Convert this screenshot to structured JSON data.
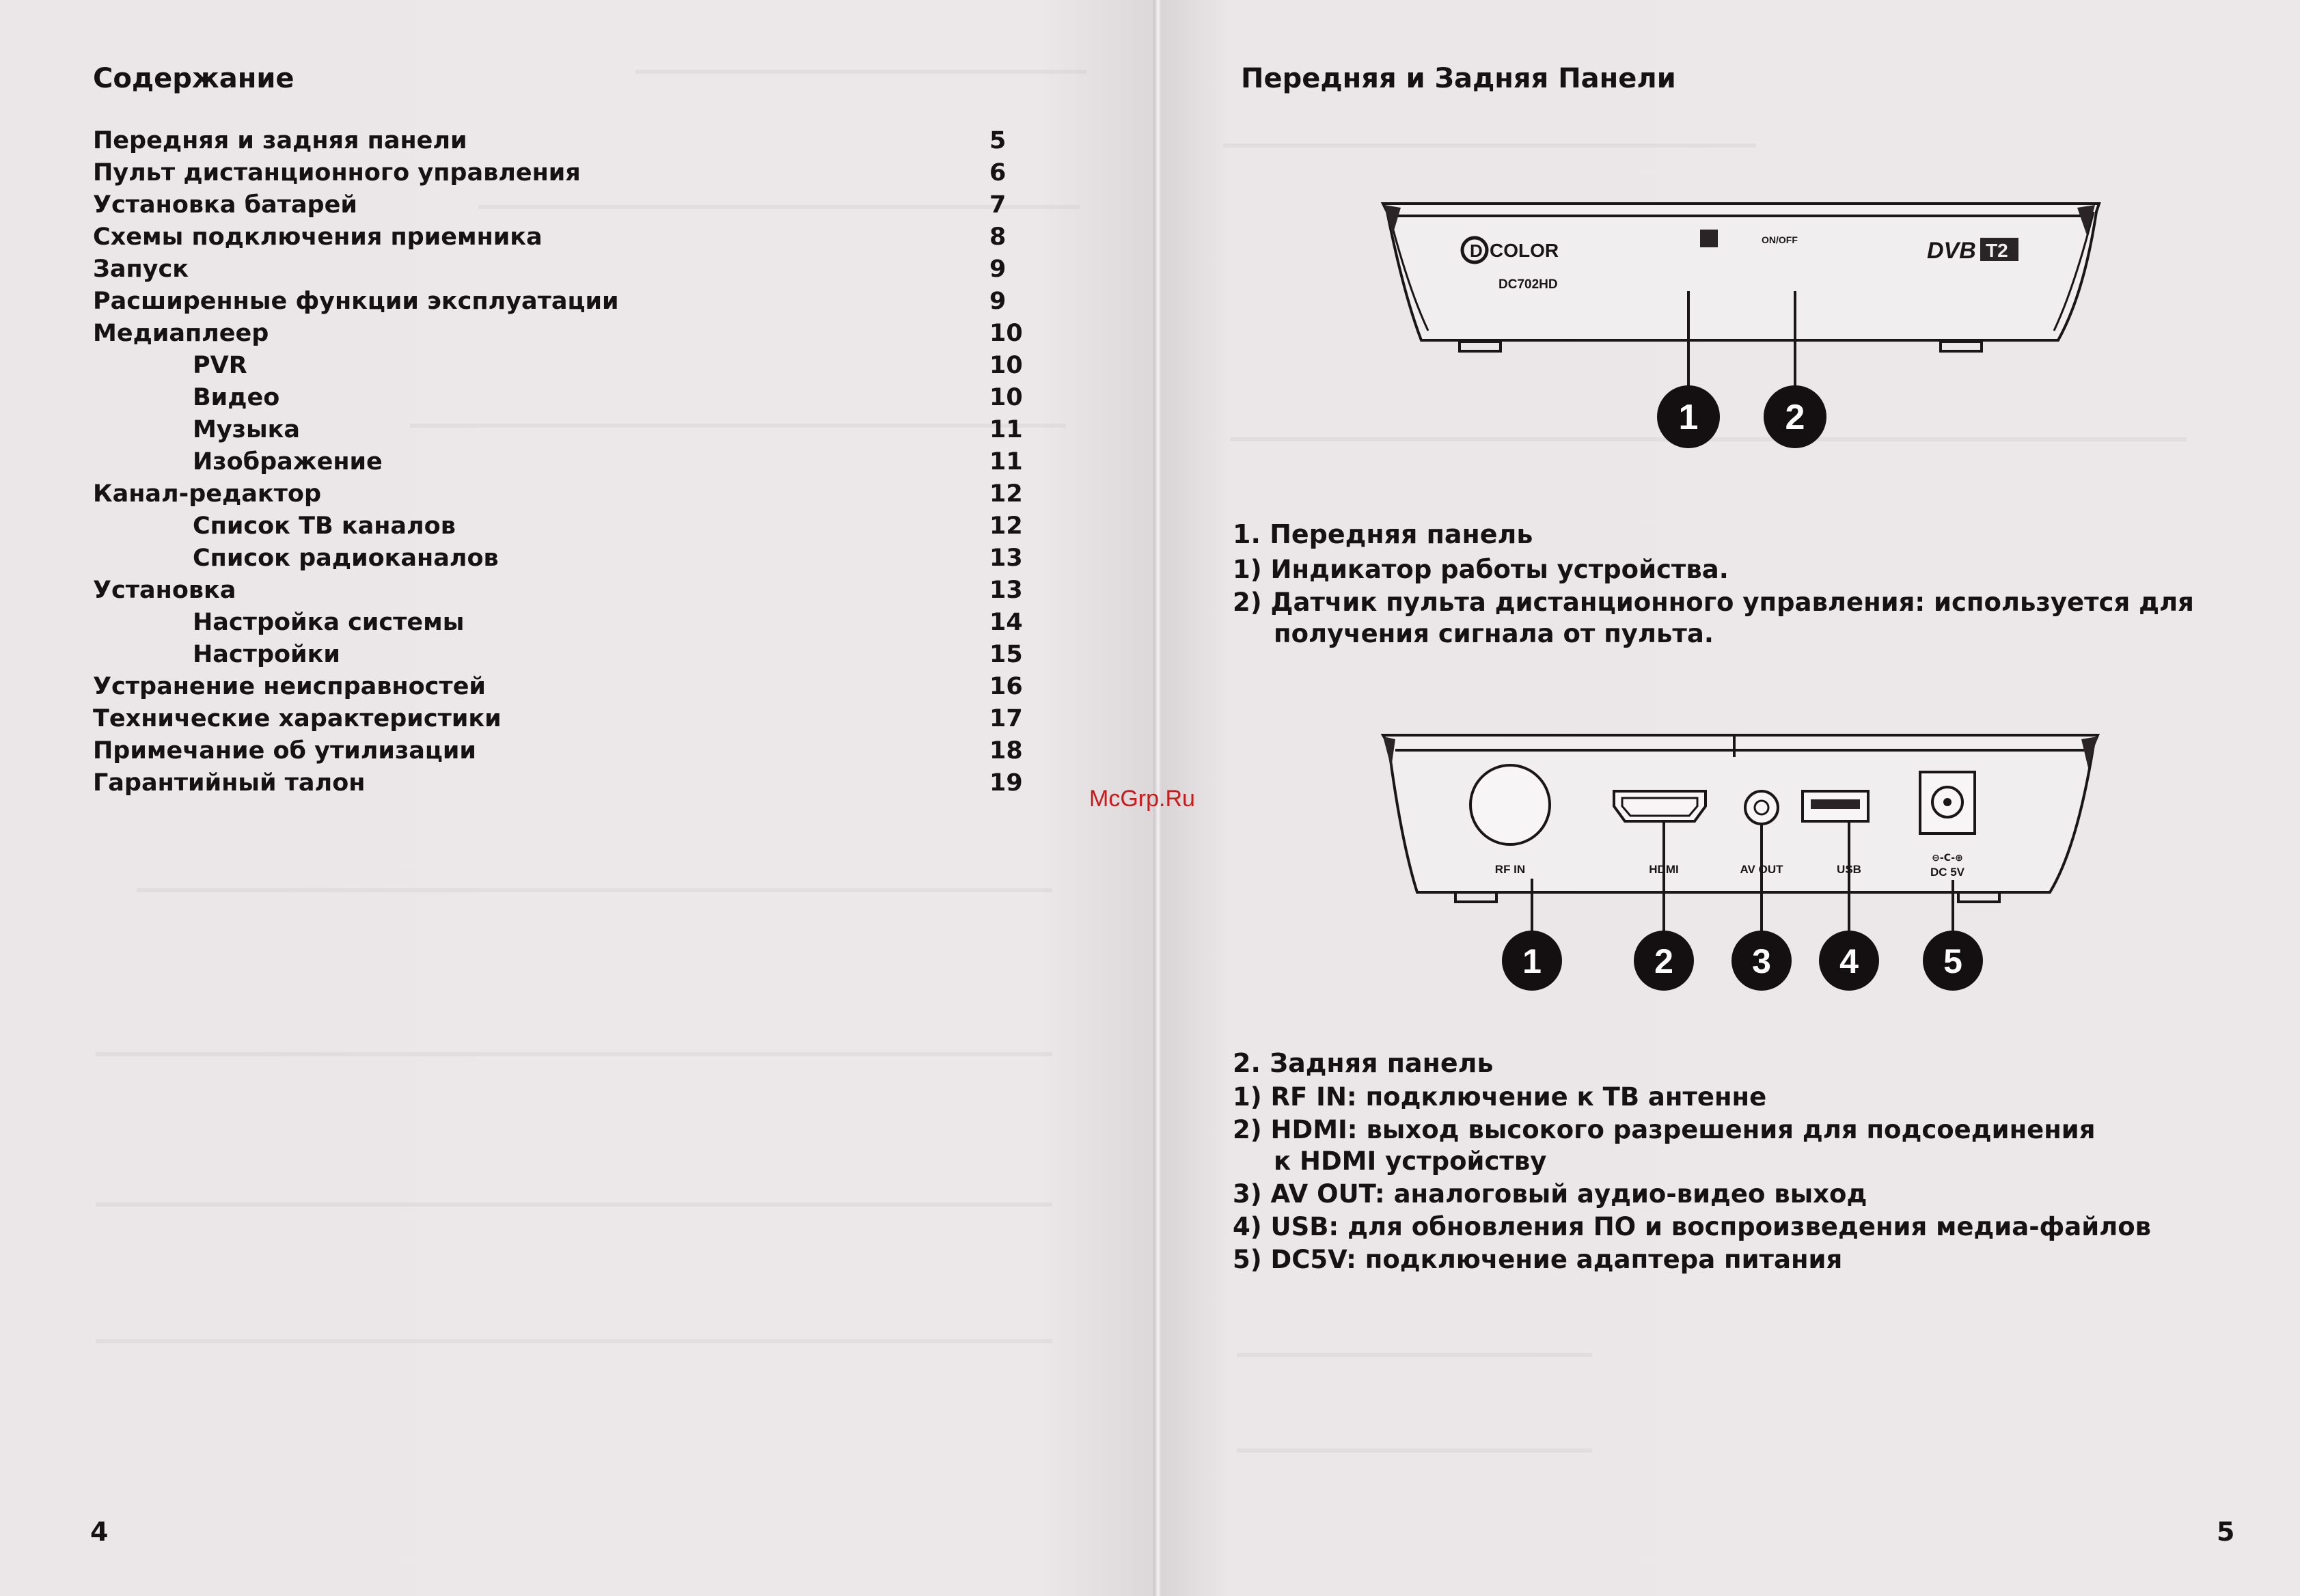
{
  "toc": {
    "title": "Содержание",
    "left_page_number": "4",
    "entries": [
      {
        "label": "Передняя и задняя панели",
        "page": "5",
        "sub": false
      },
      {
        "label": "Пульт дистанционного управления",
        "page": "6",
        "sub": false
      },
      {
        "label": "Установка батарей",
        "page": "7",
        "sub": false
      },
      {
        "label": "Схемы подключения приемника",
        "page": "8",
        "sub": false
      },
      {
        "label": "Запуск",
        "page": "9",
        "sub": false
      },
      {
        "label": "Расширенные функции эксплуатации",
        "page": "9",
        "sub": false
      },
      {
        "label": "Медиаплеер",
        "page": "10",
        "sub": false
      },
      {
        "label": "PVR",
        "page": "10",
        "sub": true
      },
      {
        "label": "Видео",
        "page": "10",
        "sub": true
      },
      {
        "label": "Музыка",
        "page": "11",
        "sub": true
      },
      {
        "label": "Изображение",
        "page": "11",
        "sub": true
      },
      {
        "label": "Канал-редактор",
        "page": "12",
        "sub": false
      },
      {
        "label": "Список ТВ каналов",
        "page": "12",
        "sub": true
      },
      {
        "label": "Список радиоканалов",
        "page": "13",
        "sub": true
      },
      {
        "label": "Установка",
        "page": "13",
        "sub": false
      },
      {
        "label": "Настройка системы",
        "page": "14",
        "sub": true
      },
      {
        "label": "Настройки",
        "page": "15",
        "sub": true
      },
      {
        "label": "Устранение неисправностей",
        "page": "16",
        "sub": false
      },
      {
        "label": "Технические характеристики",
        "page": "17",
        "sub": false
      },
      {
        "label": "Примечание об утилизации",
        "page": "18",
        "sub": false
      },
      {
        "label": "Гарантийный талон",
        "page": "19",
        "sub": false
      }
    ]
  },
  "right": {
    "title": "Передняя и Задняя Панели",
    "watermark": "McGrp.Ru",
    "right_page_number": "5",
    "front_device": {
      "brand": "COLOR",
      "model": "DC702HD",
      "onoff_label": "ON/OFF",
      "dvb_label": "DVB",
      "t2_label": "T2",
      "callouts": [
        "1",
        "2"
      ]
    },
    "front": {
      "heading": "1. Передняя панель",
      "items": [
        "1) Индикатор работы устройства.",
        "2) Датчик пульта дистанционного управления: используется для",
        "получения сигнала от пульта."
      ]
    },
    "rear_device": {
      "port_labels": [
        "RF IN",
        "HDMI",
        "AV OUT",
        "USB",
        "DC 5V"
      ],
      "callouts": [
        "1",
        "2",
        "3",
        "4",
        "5"
      ]
    },
    "rear": {
      "heading": "2. Задняя панель",
      "items": [
        "1) RF IN: подключение к ТВ антенне",
        "2) HDMI: выход высокого разрешения для подсоединения",
        "к HDMI устройству",
        "3) AV OUT: аналоговый аудио-видео выход",
        "4) USB: для обновления ПО и воспроизведения медиа-файлов",
        "5) DC5V: подключение адаптера питания"
      ]
    }
  }
}
